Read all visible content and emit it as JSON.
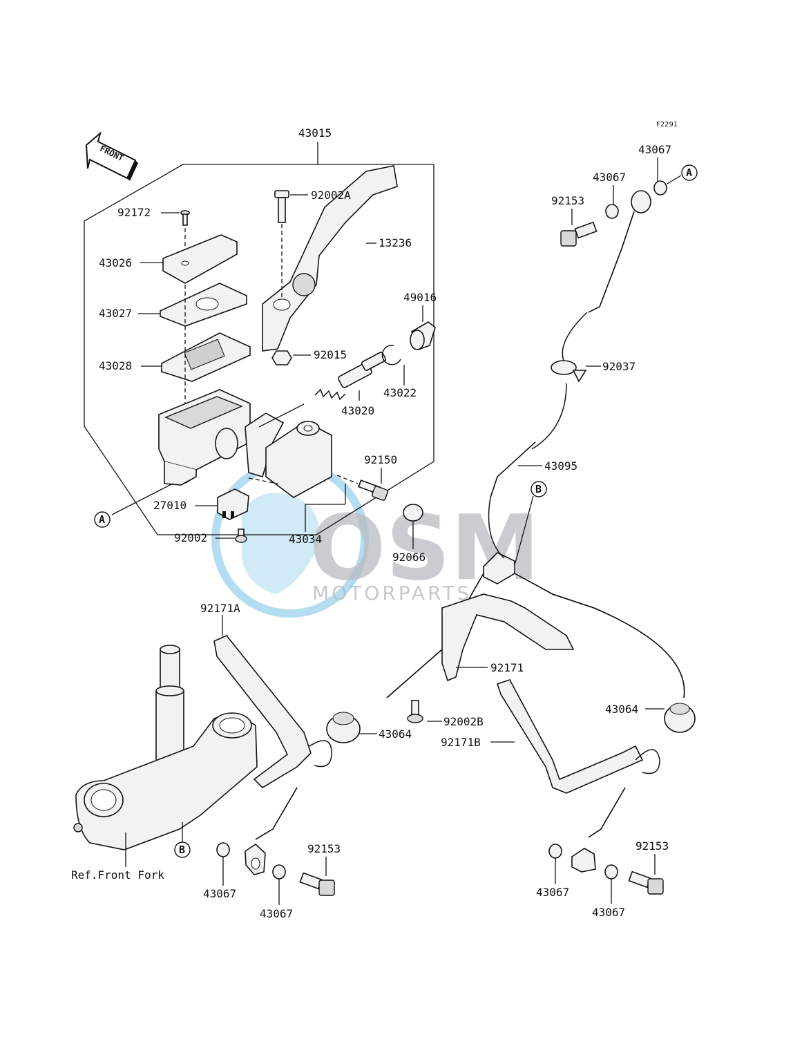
{
  "diagram_code": "F2291",
  "front_label": "FRONT",
  "watermark": {
    "brand": "OSM",
    "sub": "MOTORPARTS",
    "color": "#2a9fd6"
  },
  "ref_note": "Ref.Front Fork",
  "callouts": {
    "a": "A",
    "b": "B"
  },
  "parts": {
    "p43015": "43015",
    "p92002A": "92002A",
    "p13236": "13236",
    "p92172": "92172",
    "p43026": "43026",
    "p43027": "43027",
    "p43028": "43028",
    "p92015": "92015",
    "p49016": "49016",
    "p43022": "43022",
    "p43020": "43020",
    "p92150": "92150",
    "p27010": "27010",
    "p43034": "43034",
    "p92002": "92002",
    "p92066": "92066",
    "p43067_a": "43067",
    "p43067_b": "43067",
    "p92153_top": "92153",
    "p92037": "92037",
    "p43095": "43095",
    "p92171A": "92171A",
    "p92171": "92171",
    "p92002B": "92002B",
    "p43064_mid": "43064",
    "p43064_right": "43064",
    "p92171B": "92171B",
    "p92153_left": "92153",
    "p43067_l1": "43067",
    "p43067_l2": "43067",
    "p92153_right": "92153",
    "p43067_r1": "43067",
    "p43067_r2": "43067"
  }
}
